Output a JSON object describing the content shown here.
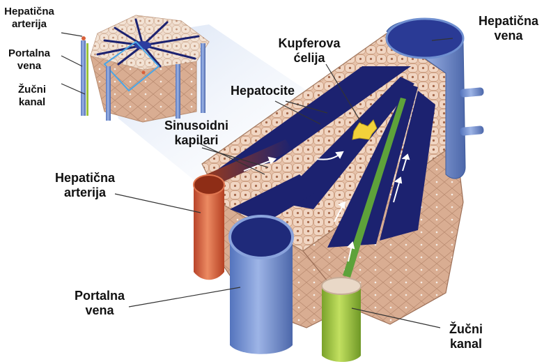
{
  "labels": {
    "inset_hepaticna_arterija": [
      "Hepatična",
      "arterija"
    ],
    "inset_portalna_vena": [
      "Portalna",
      "vena"
    ],
    "inset_zucni_kanal": [
      "Žučni",
      "kanal"
    ],
    "kupferova_celija": [
      "Kupferova",
      "ćelija"
    ],
    "hepatocite": "Hepatocite",
    "sinusoidni_kapilari": [
      "Sinusoidni",
      "kapilari"
    ],
    "hepaticna_vena": [
      "Hepatična",
      "vena"
    ],
    "hepaticna_arterija": [
      "Hepatična",
      "arterija"
    ],
    "portalna_vena": [
      "Portalna",
      "vena"
    ],
    "zucni_kanal": [
      "Žučni",
      "kanal"
    ]
  },
  "colors": {
    "portal_vein": "#6f8fd0",
    "hepatic_artery": "#d8603a",
    "bile_duct": "#9cc23a",
    "sinusoid": "#1c2270",
    "hepatocyte": "#f2dccb",
    "tissue": "#d9ad92",
    "kupffer_cell": "#f2d23a",
    "highlight_beam": "#e3ecf9"
  }
}
